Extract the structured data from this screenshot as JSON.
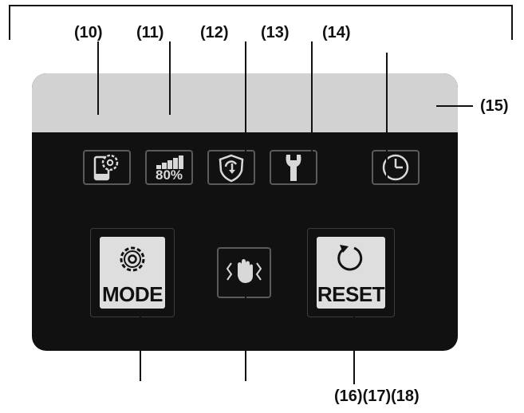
{
  "callouts": {
    "c10": "(10)",
    "c11": "(11)",
    "c12": "(12)",
    "c13": "(13)",
    "c14": "(14)",
    "c15": "(15)",
    "c161718": "(16)(17)(18)"
  },
  "indicators": {
    "signal_percent": "80%"
  },
  "buttons": {
    "mode_label": "MODE",
    "reset_label": "RESET"
  },
  "colors": {
    "panel": "#111111",
    "display": "#d2d2d2",
    "button_face": "#dedede",
    "icon_stroke": "#d8d8d8"
  }
}
